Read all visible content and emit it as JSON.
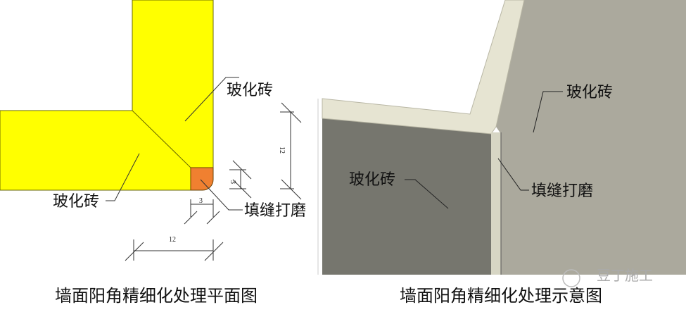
{
  "plan": {
    "label_tile_top": "玻化砖",
    "label_tile_left": "玻化砖",
    "label_fill": "填缝打磨",
    "dim_horizontal_small": "3",
    "dim_horizontal_large": "12",
    "dim_vertical_small": "3",
    "dim_vertical_large": "12",
    "caption": "墙面阳角精细化处理平面图",
    "colors": {
      "tile": "#ffff00",
      "fill": "#f08030"
    }
  },
  "render": {
    "label_tile_right": "玻化砖",
    "label_tile_left": "玻化砖",
    "label_fill": "填缝打磨",
    "caption": "墙面阳角精细化处理示意图",
    "watermark": "豆丁施工",
    "colors": {
      "left_wall": "#76766e",
      "right_wall": "#aba99d",
      "edge": "#e6e4d2"
    }
  }
}
